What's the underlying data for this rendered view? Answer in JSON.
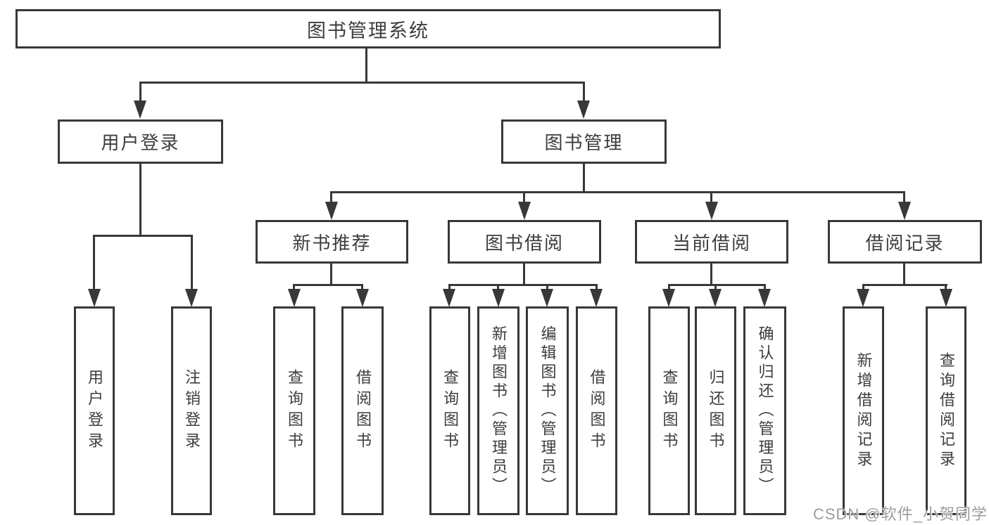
{
  "diagram": {
    "root": {
      "label": "图书管理系统"
    },
    "branches": [
      {
        "label": "用户登录",
        "children": [
          {
            "label": "用户登录"
          },
          {
            "label": "注销登录"
          }
        ]
      },
      {
        "label": "图书管理",
        "children": [
          {
            "label": "新书推荐",
            "children": [
              {
                "label": "查询图书"
              },
              {
                "label": "借阅图书"
              }
            ]
          },
          {
            "label": "图书借阅",
            "children": [
              {
                "label": "查询图书"
              },
              {
                "label": "新增图书（管理员）"
              },
              {
                "label": "编辑图书（管理员）"
              },
              {
                "label": "借阅图书"
              }
            ]
          },
          {
            "label": "当前借阅",
            "children": [
              {
                "label": "查询图书"
              },
              {
                "label": "归还图书"
              },
              {
                "label": "确认归还（管理员）"
              }
            ]
          },
          {
            "label": "借阅记录",
            "children": [
              {
                "label": "新增借阅记录"
              },
              {
                "label": "查询借阅记录"
              }
            ]
          }
        ]
      }
    ]
  },
  "watermark": {
    "text": "CSDN @软件_小贺同学"
  },
  "colors": {
    "line": "#383838",
    "text": "#3d3d3d",
    "watermark_text": "#9d9d9d",
    "background": "#ffffff"
  }
}
